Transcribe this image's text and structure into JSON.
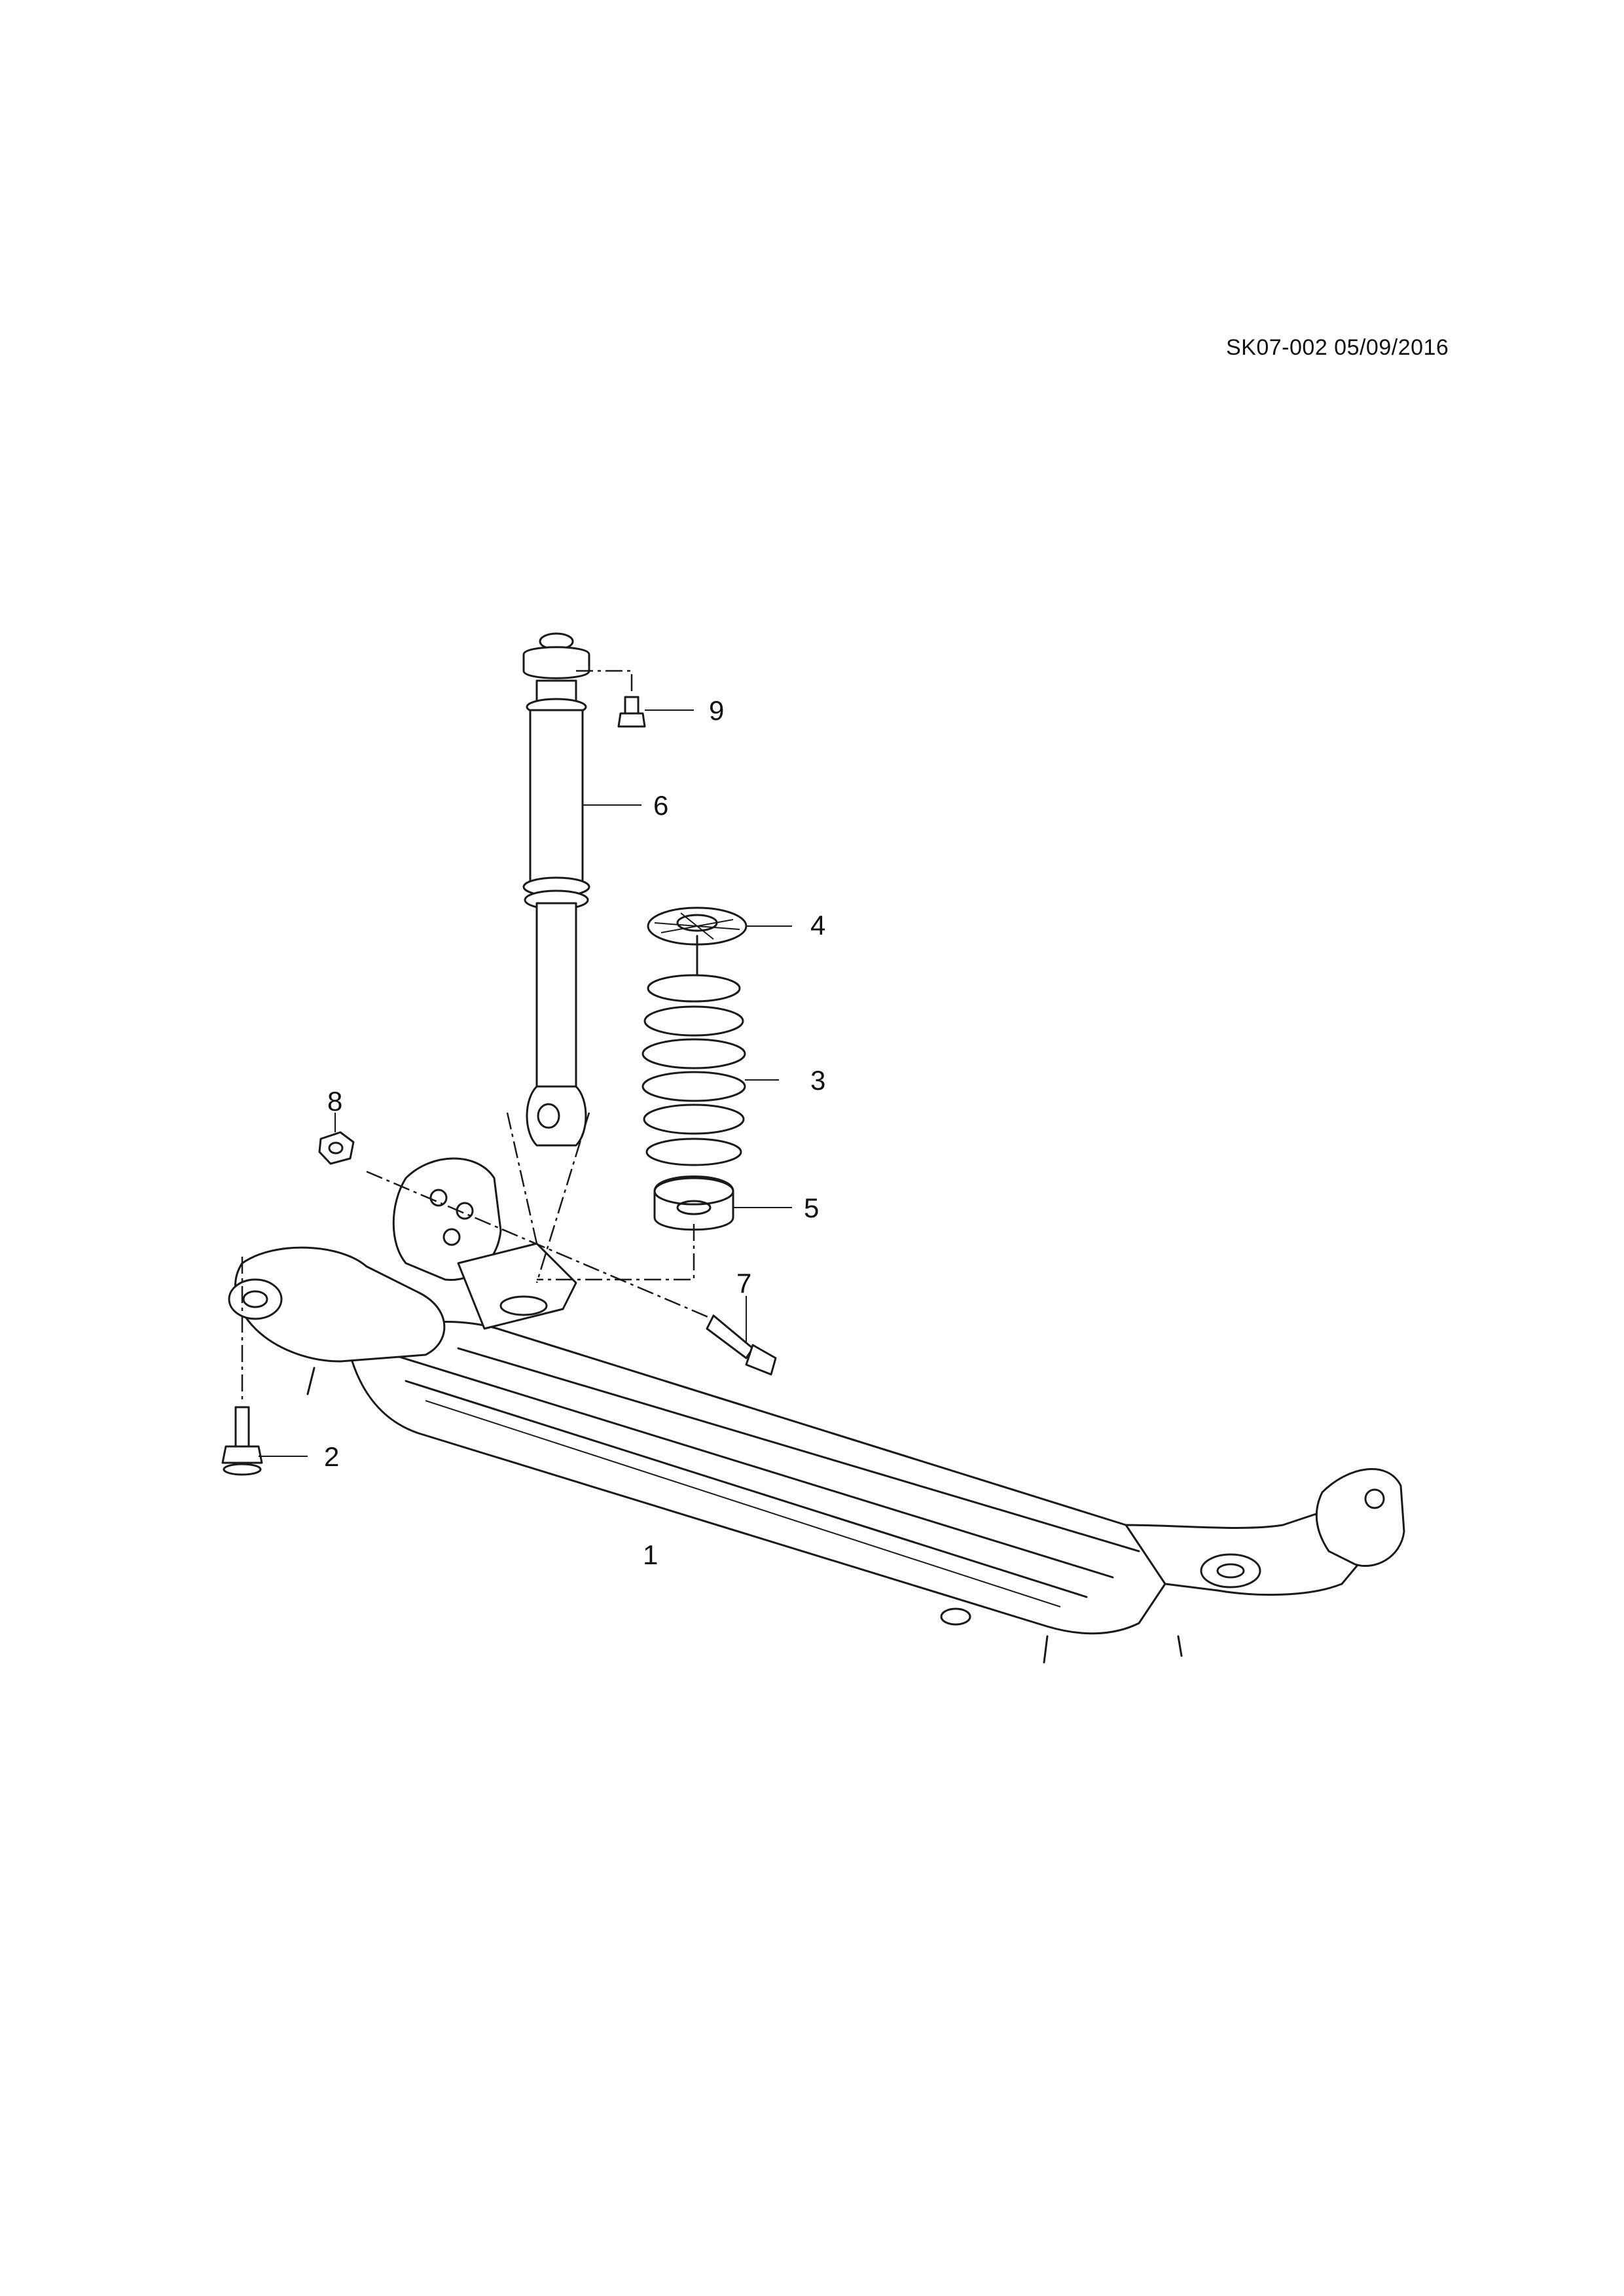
{
  "document": {
    "reference": "SK07-002 05/09/2016"
  },
  "callouts": [
    {
      "id": "1",
      "label": "1"
    },
    {
      "id": "2",
      "label": "2"
    },
    {
      "id": "3",
      "label": "3"
    },
    {
      "id": "4",
      "label": "4"
    },
    {
      "id": "5",
      "label": "5"
    },
    {
      "id": "6",
      "label": "6"
    },
    {
      "id": "7",
      "label": "7"
    },
    {
      "id": "8",
      "label": "8"
    },
    {
      "id": "9",
      "label": "9"
    }
  ]
}
